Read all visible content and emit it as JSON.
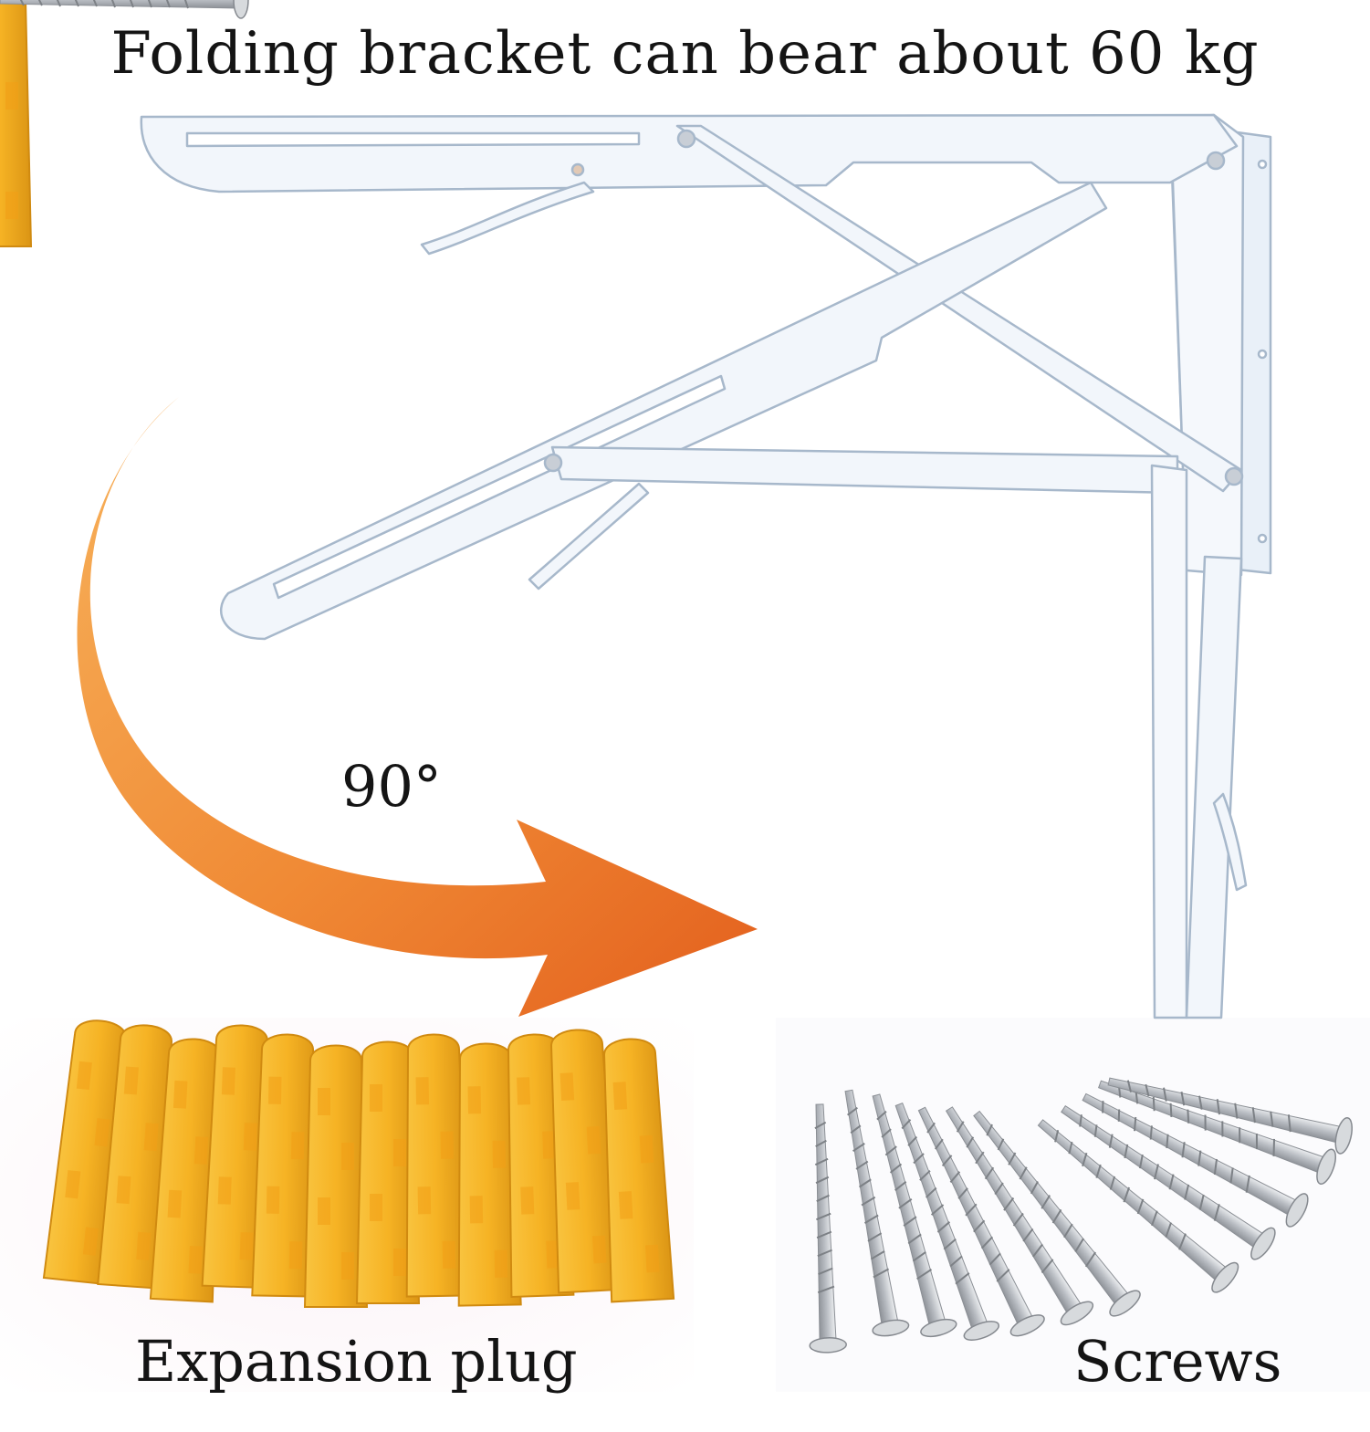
{
  "title": "Folding bracket can bear about 60 kg",
  "angle_label": "90°",
  "plug_label": "Expansion plug",
  "screws_label": "Screws",
  "colors": {
    "arrow_light": "#f7a24a",
    "arrow_dark": "#e5651f",
    "bracket": "#f1f5fb",
    "bracket_edge": "#9fb3c8",
    "plug": "#f6b324",
    "plug_shadow": "#d98f12",
    "screw": "#c9ccd1",
    "screw_dark": "#8c9096"
  }
}
